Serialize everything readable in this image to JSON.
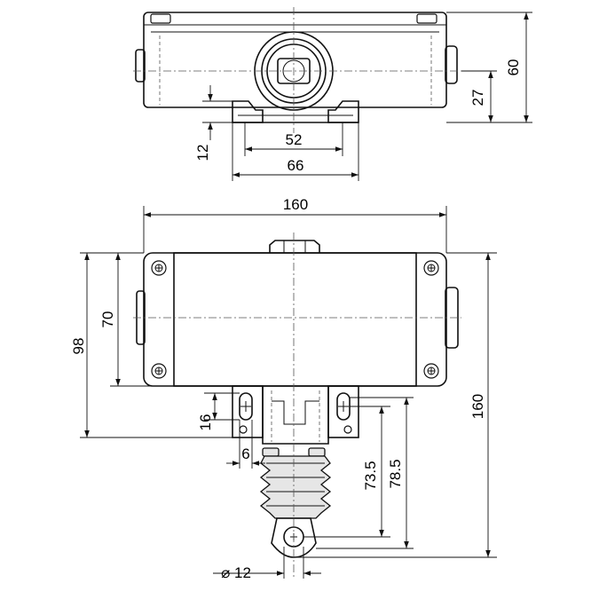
{
  "top_view": {
    "dims": {
      "height_total": "60",
      "height_axis": "27",
      "foot_height": "12",
      "hole_spacing": "52",
      "foot_width": "66"
    }
  },
  "front_view": {
    "dims": {
      "width": "160",
      "box_height": "70",
      "height_to_base": "98",
      "overall_height": "160",
      "slot_length": "16",
      "slot_width": "6",
      "to_eye_center": "73.5",
      "to_eye_end": "78.5",
      "eye_diameter": "⌀ 12"
    }
  }
}
